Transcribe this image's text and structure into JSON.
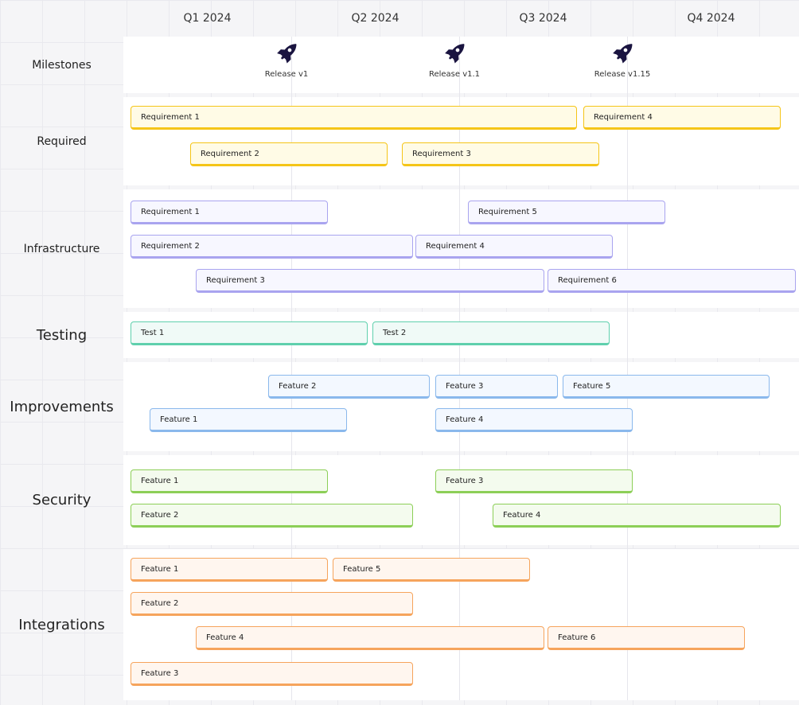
{
  "quarters": [
    "Q1 2024",
    "Q2 2024",
    "Q3 2024",
    "Q4 2024"
  ],
  "rows": {
    "milestones": "Milestones",
    "required": "Required",
    "infrastructure": "Infrastructure",
    "testing": "Testing",
    "improvements": "Improvements",
    "security": "Security",
    "integrations": "Integrations"
  },
  "milestones": [
    {
      "label": "Release v1",
      "icon": "rocket-icon"
    },
    {
      "label": "Release v1.1",
      "icon": "rocket-icon"
    },
    {
      "label": "Release v1.15",
      "icon": "rocket-icon"
    }
  ],
  "colors": {
    "required": "#f5c518",
    "infrastructure": "#a9a4ef",
    "testing": "#5fd0ad",
    "improvements": "#8ab8ec",
    "security": "#8ccf57",
    "integrations": "#f6a45c",
    "rocket": "#1a1440"
  },
  "bars": {
    "required": [
      "Requirement 1",
      "Requirement 4",
      "Requirement 2",
      "Requirement 3"
    ],
    "infrastructure": [
      "Requirement 1",
      "Requirement 5",
      "Requirement 2",
      "Requirement 4",
      "Requirement 3",
      "Requirement 6"
    ],
    "testing": [
      "Test 1",
      "Test 2"
    ],
    "improvements": [
      "Feature 2",
      "Feature 3",
      "Feature 5",
      "Feature 1",
      "Feature 4"
    ],
    "security": [
      "Feature 1",
      "Feature 3",
      "Feature 2",
      "Feature 4"
    ],
    "integrations": [
      "Feature 1",
      "Feature 5",
      "Feature 2",
      "Feature 4",
      "Feature 6",
      "Feature 3"
    ]
  }
}
